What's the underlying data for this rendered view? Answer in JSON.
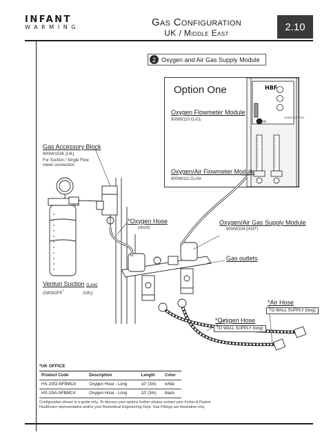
{
  "header": {
    "brand_line1": "INFANT",
    "brand_line2": "WARMING",
    "title": "Gas Configuration",
    "subtitle": "UK / Middle East",
    "page_number": "2.10"
  },
  "section": {
    "number": "2",
    "label": "Oxygen and Air Gas Supply Module"
  },
  "option": {
    "title": "Option One",
    "flowmeter_label": "Oxygen Flowmeter Module",
    "flowmeter_code": "900IW110   O₂/O₂",
    "dual_label": "Oxygen/Air Flowmeter Module",
    "dual_code": "900IW111   O₂/Air"
  },
  "callouts": {
    "gas_accessory_label": "Gas Accessory Block",
    "gas_accessory_code": "900IW153K   (UK)",
    "gas_accessory_note1": "For Suction / Single Flow",
    "gas_accessory_note2": "meter connection",
    "venturi_label": "Venturi Suction",
    "venturi_suffix": "(Low)",
    "venturi_code": "(S800/2FP",
    "venturi_code_sup": "*",
    "venturi_code_tail": "(UK))",
    "oxygen_hose_short_label": "*Oxygen Hose",
    "oxygen_hose_short_note": "(short)",
    "supply_module_label": "Oxygen/Air Gas Supply Module",
    "supply_module_code": "900IW104   (INST)",
    "gas_outlets_label": "Gas outlets",
    "air_hose_label": "*Air Hose",
    "air_hose_note": "TO WALL SUPPLY (long)",
    "oxygen_hose_label": "*Oxygen Hose",
    "oxygen_hose_note": "TO WALL SUPPLY (long)"
  },
  "device_panel": {
    "logo_text": "HBF",
    "status_text": "ON",
    "knob_text": "SHARE SUCTION"
  },
  "uk_office": {
    "heading": "*UK OFFICE",
    "columns": [
      "Product Code",
      "Description",
      "Length",
      "Color"
    ],
    "rows": [
      [
        "HS-10IO-NFBMC4",
        "Oxygen Hose   - Long",
        "10' (3m)",
        "white"
      ],
      [
        "HS-10IA-NFBMC4",
        "Oxygen Hose   - Long",
        "10' (3m)",
        "black"
      ]
    ]
  },
  "note": "Configuration shown is a guide only. To discuss your options further please contact your Fisher & Paykel Healthcare representative and/or your Biomedical Engineering Dept. Gas Fittings are illustrative only.",
  "colors": {
    "page_box": "#3a3a3a",
    "ink": "#1a1a1a"
  }
}
